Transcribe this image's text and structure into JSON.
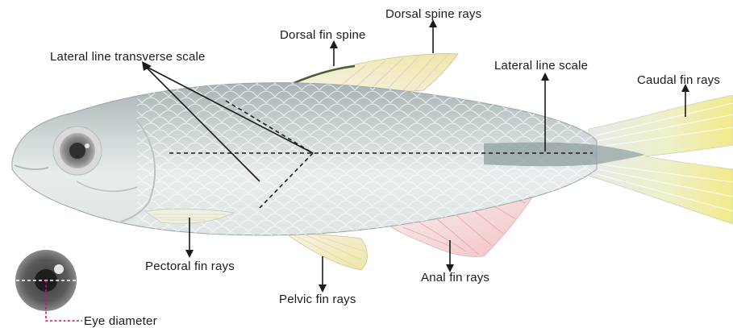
{
  "labels": {
    "dorsal_spine_rays": "Dorsal spine rays",
    "dorsal_fin_spine": "Dorsal fin spine",
    "lateral_line_transverse_scale": "Lateral line transverse scale",
    "lateral_line_scale": "Lateral line scale",
    "caudal_fin_rays": "Caudal fin rays",
    "pectoral_fin_rays": "Pectoral fin rays",
    "pelvic_fin_rays": "Pelvic fin rays",
    "anal_fin_rays": "Anal fin rays",
    "eye_diameter": "Eye diameter"
  },
  "colors": {
    "body_light": "#e9ecec",
    "body_mid": "#c9d0d1",
    "back_dark": "#9eaaab",
    "lateral_band": "#8a9a9c",
    "fin_yellow": "#f3ea9e",
    "fin_pink": "#f4c6c6",
    "eye_ring": "#d9d9d9",
    "eye_iris": "#7a7a7a",
    "eye_pupil": "#2a2a2a",
    "annotation_line": "#1a1a1a",
    "eye_diameter_leader": "#c8107a"
  }
}
